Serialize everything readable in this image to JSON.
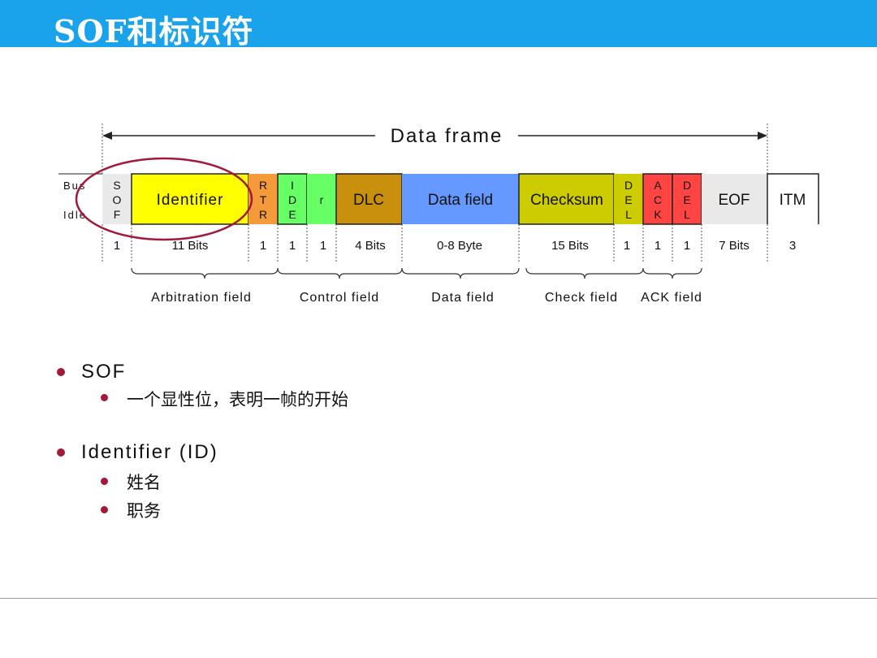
{
  "slide": {
    "title": "SOF和标识符"
  },
  "diagram": {
    "frame_label": "Data frame",
    "bus_idle": [
      "Bus",
      "Idle"
    ],
    "fields": [
      {
        "id": "sof",
        "label": [
          "S",
          "O",
          "F"
        ],
        "bits": "1",
        "color": "#e9e9e9"
      },
      {
        "id": "identifier",
        "label": [
          "Identifier"
        ],
        "bits": "11 Bits",
        "color": "#ffff00"
      },
      {
        "id": "rtr",
        "label": [
          "R",
          "T",
          "R"
        ],
        "bits": "1",
        "color": "#f59a3b"
      },
      {
        "id": "ide",
        "label": [
          "I",
          "D",
          "E"
        ],
        "bits": "1",
        "color": "#66ff66"
      },
      {
        "id": "r",
        "label": [
          "r"
        ],
        "bits": "1",
        "color": "#66ff66"
      },
      {
        "id": "dlc",
        "label": [
          "DLC"
        ],
        "bits": "4 Bits",
        "color": "#c8900c"
      },
      {
        "id": "data",
        "label": [
          "Data field"
        ],
        "bits": "0-8 Byte",
        "color": "#6699ff"
      },
      {
        "id": "checksum",
        "label": [
          "Checksum"
        ],
        "bits": "15 Bits",
        "color": "#cccc00"
      },
      {
        "id": "crc-del",
        "label": [
          "D",
          "E",
          "L"
        ],
        "bits": "1",
        "color": "#cccc00"
      },
      {
        "id": "ack",
        "label": [
          "A",
          "C",
          "K"
        ],
        "bits": "1",
        "color": "#ff4444"
      },
      {
        "id": "ack-del",
        "label": [
          "D",
          "E",
          "L"
        ],
        "bits": "1",
        "color": "#ff4444"
      },
      {
        "id": "eof",
        "label": [
          "EOF"
        ],
        "bits": "7 Bits",
        "color": "#e9e9e9"
      },
      {
        "id": "itm",
        "label": [
          "ITM"
        ],
        "bits": "3",
        "color": "#ffffff"
      }
    ],
    "groups": [
      "Arbitration field",
      "Control field",
      "Data field",
      "Check field",
      "ACK field"
    ],
    "highlight_color": "#a3193a"
  },
  "bullets": [
    {
      "text": "SOF",
      "children": [
        "一个显性位，表明一帧的开始"
      ]
    },
    {
      "text": "Identifier (ID)",
      "children": [
        "姓名",
        "职务"
      ]
    }
  ]
}
